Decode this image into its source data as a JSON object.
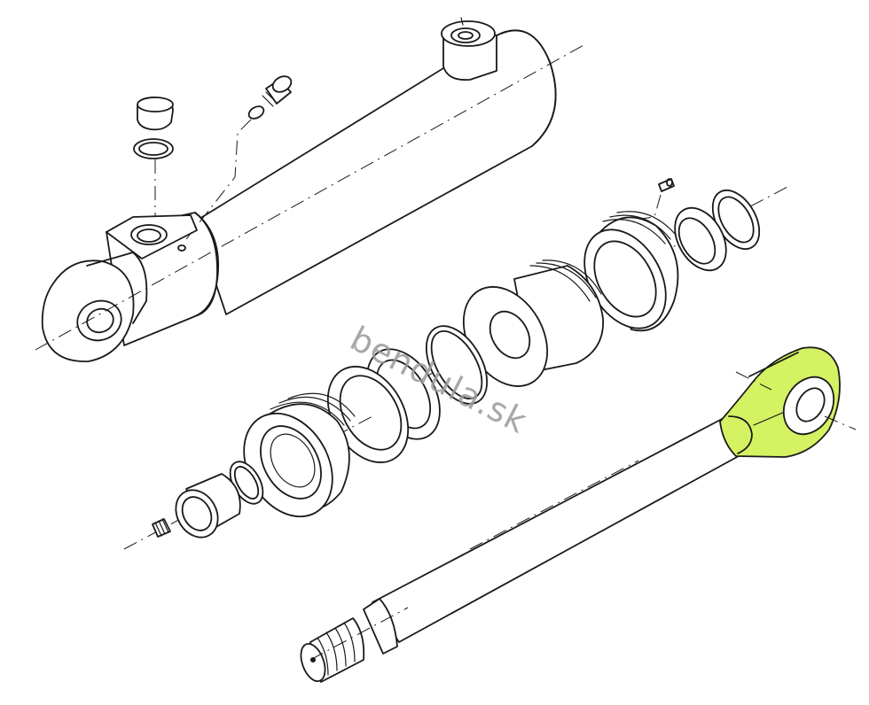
{
  "watermark": {
    "text": "bendula.sk"
  },
  "colors": {
    "highlight": "#d4f261",
    "line": "#1a1a1a",
    "background": "#ffffff"
  },
  "parts": [
    "cylinder-barrel",
    "grease-cap",
    "o-ring",
    "bleed-screw",
    "washer",
    "roll-pin",
    "seal-ring",
    "wiper-ring",
    "gland-nut",
    "rod-guide",
    "o-ring-small",
    "piston-seal",
    "piston",
    "bushing",
    "set-screw",
    "piston-rod",
    "rod-eye"
  ],
  "highlighted_part": "rod-eye"
}
